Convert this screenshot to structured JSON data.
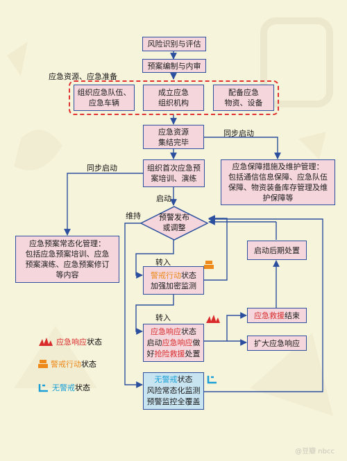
{
  "nodes": {
    "n1": "风险识别与评估",
    "n2": "预案编制与内审",
    "n3a_l1": "组织应急队伍、",
    "n3a_l2": "应急车辆",
    "n3b_l1": "成立应急",
    "n3b_l2": "组织机构",
    "n3c_l1": "配备应急",
    "n3c_l2": "物资、设备",
    "n4_l1": "应急资源",
    "n4_l2": "集结完毕",
    "n5_l1": "组织首次应急预",
    "n5_l2": "案培训、演练",
    "n6_l1": "应急保障措施及维护管理：",
    "n6_l2": "包括通信信息保障、应急队伍",
    "n6_l3": "保障、物资装备库存管理及维",
    "n6_l4": "护保障等",
    "n7_l1": "预警发布",
    "n7_l2": "或调整",
    "n8_l1": "应急预案常态化管理：",
    "n8_l2": "包括应急预案培训、应急",
    "n8_l3": "预案演练、应急预案修订",
    "n8_l4": "等内容",
    "n9": "启动后期处置",
    "n10_a": "警戒行动",
    "n10_b": "状态",
    "n10_l2": "加强加密监测",
    "n11_a": "应急救援",
    "n11_b": "结束",
    "n12_a": "应急响应",
    "n12_b": "状态",
    "n12_c": "启动",
    "n12_d": "应急响应",
    "n12_e": "做",
    "n12_f": "好",
    "n12_g": "抢险救援",
    "n12_h": "处置",
    "n13": "扩大应急响应",
    "n14_a": "无警戒",
    "n14_b": "状态",
    "n14_l2": "风险常态化监测",
    "n14_l3": "预警监控全覆盖"
  },
  "labels": {
    "resource_prep": "应急资源、应急准备",
    "sync_start_right": "同步启动",
    "sync_start_left": "同步启动",
    "start": "启动",
    "maintain": "维持",
    "transfer_in_1": "转入",
    "transfer_in_2": "转入"
  },
  "legend": {
    "red_a": "应急响应",
    "red_b": "状态",
    "orange_a": "警戒行动",
    "orange_b": "状态",
    "cyan_a": "无警戒",
    "cyan_b": "状态"
  },
  "watermark": "@豆瓣 nbcc",
  "colors": {
    "box_pink": "#f4d6dc",
    "box_blue": "#c9e4f1",
    "border": "#2b4f9e",
    "red": "#d92b2b",
    "orange": "#ee8a1c",
    "cyan": "#1aa0d6",
    "background": "#f7f4dc"
  }
}
